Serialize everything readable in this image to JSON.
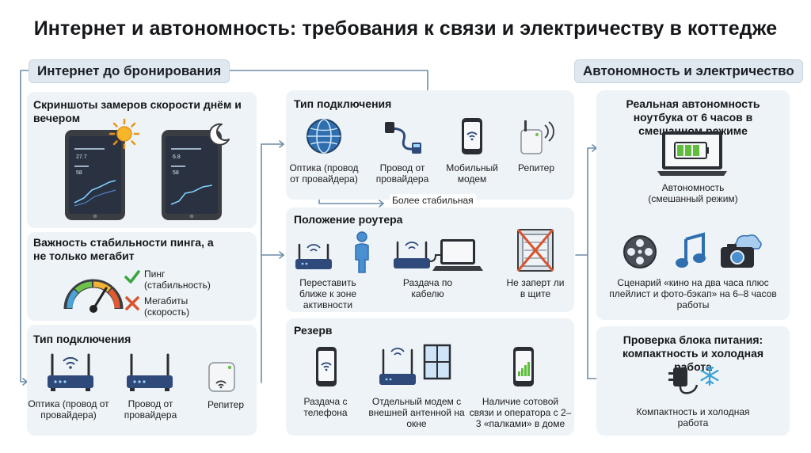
{
  "title": "Интернет и автономность: требования к связи и электричеству в коттедже",
  "left_section": {
    "header": "Интернет до бронирования",
    "speed_panel": {
      "title": "Скриншоты замеров скорости днём и вечером",
      "phone_day": [
        "27.7",
        "58"
      ],
      "phone_night": [
        "6.8",
        "58"
      ]
    },
    "ping_panel": {
      "title": "Важность стабильности пинга, а не только мегабит",
      "ping_label": "Пинг (стабильность)",
      "mbit_label": "Мегабиты (скорость)"
    },
    "type_panel": {
      "title": "Тип подключения",
      "items": [
        "Оптика (провод от провайдера)",
        "Провод от провайдера",
        "Репитер"
      ]
    }
  },
  "middle_section": {
    "type_panel": {
      "title": "Тип подключения",
      "items": [
        "Оптика (провод от провайдера)",
        "Провод от провайдера",
        "Мобильный модем",
        "Репитер"
      ],
      "note": "Более стабильная"
    },
    "router_panel": {
      "title": "Положение роутера",
      "items": [
        "Переставить ближе к зоне активности",
        "Раздача по кабелю",
        "Не заперт ли в щите"
      ]
    },
    "reserve_panel": {
      "title": "Резерв",
      "items": [
        "Раздача с телефона",
        "Отдельный модем с внешней антенной на окне",
        "Наличие сотовой связи и оператора с 2–3 «палками» в доме"
      ]
    }
  },
  "right_section": {
    "header": "Автономность и электричество",
    "battery_panel": {
      "title": "Реальная автономность ноутбука от 6 часов в смешанном режиме",
      "center_label": "Автономность (смешанный режим)",
      "scenario": "Сценарий «кино на два часа плюс плейлист и фото-бэкап» на 6–8 часов работы"
    },
    "psu_panel": {
      "title": "Проверка блока питания: компактность и холодная работа",
      "caption": "Компактность и холодная работа"
    }
  },
  "colors": {
    "panel": "#eef3f7",
    "header": "#dfe8ef",
    "connector": "#6e8ca5",
    "router": "#2f4a7a",
    "check": "#3aa53c",
    "cross": "#d9542f",
    "battery": "#5fbf3c"
  }
}
